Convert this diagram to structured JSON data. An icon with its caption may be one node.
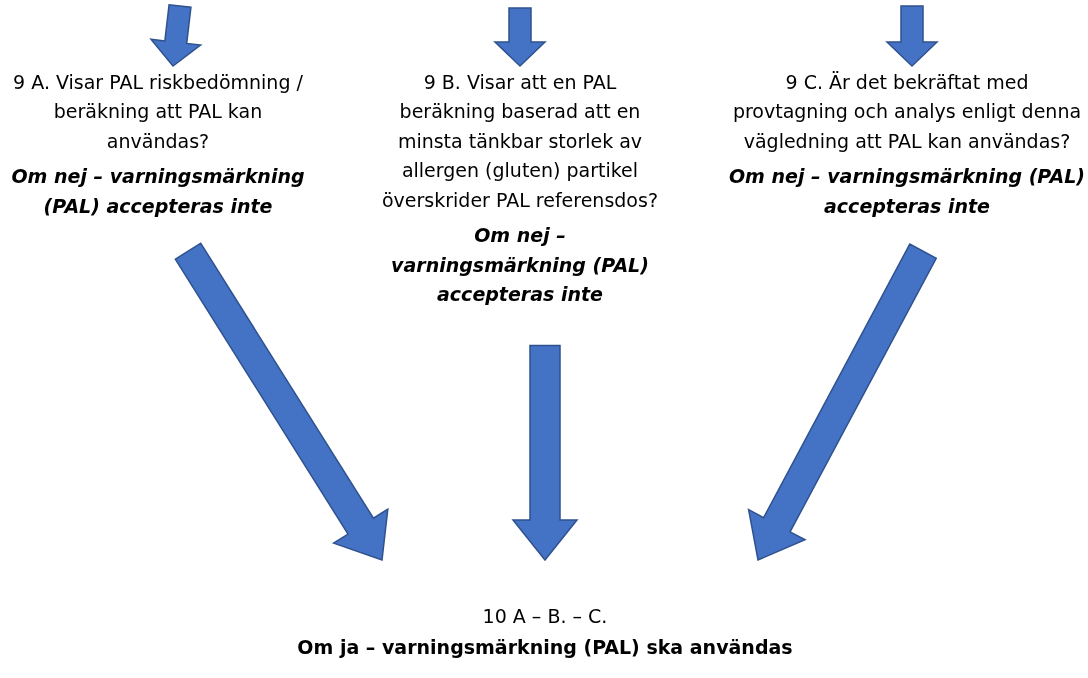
{
  "diagram": {
    "nodes": [
      {
        "text": [
          "9 A. Visar PAL riskbedömning / beräkning att PAL kan användas?",
          "Om nej – varningsmärkning (PAL) accepteras inte"
        ]
      },
      {
        "text": [
          "9 B. Visar att en PAL beräkning baserad att en minsta tänkbar storlek av allergen (gluten) partikel överskrider PAL referensdos?",
          "Om nej – varningsmärkning (PAL) accepteras inte"
        ]
      },
      {
        "text": [
          "9 C. Är det bekräftat med provtagning och analys enligt denna vägledning att PAL kan användas?",
          "Om nej – varningsmärkning (PAL) accepteras inte"
        ]
      },
      {
        "text": [
          "10 A – B. – C.",
          "Om ja – varningsmärkning (PAL) ska användas"
        ]
      }
    ],
    "edges": [
      {
        "from": null,
        "to": 0,
        "arrow": "to"
      },
      {
        "from": null,
        "to": 1,
        "arrow": "to"
      },
      {
        "from": null,
        "to": 2,
        "arrow": "to"
      },
      {
        "from": 0,
        "to": 3,
        "arrow": "to"
      },
      {
        "from": 1,
        "to": 3,
        "arrow": "to"
      },
      {
        "from": 2,
        "to": 3,
        "arrow": "to"
      }
    ]
  }
}
